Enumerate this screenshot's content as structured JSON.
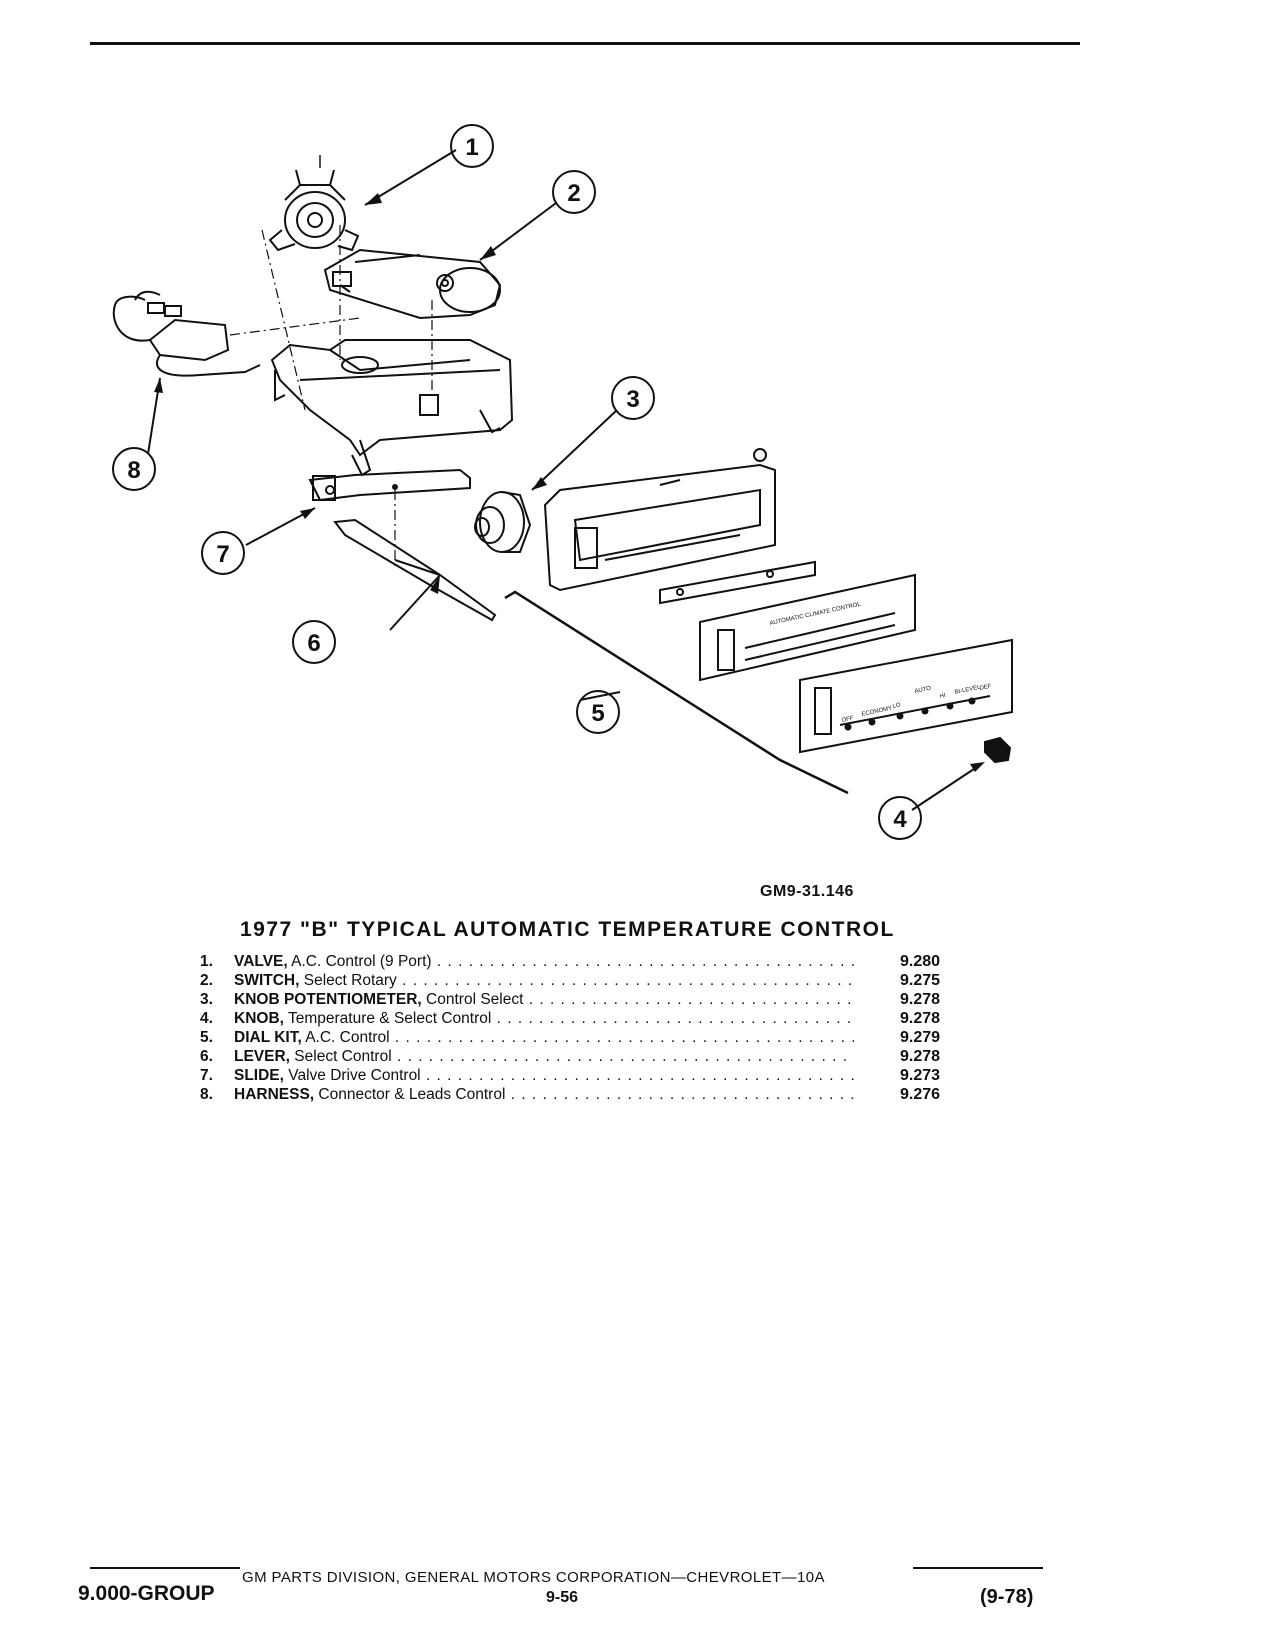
{
  "figure": {
    "id": "GM9-31.146",
    "caption": "1977 \"B\" TYPICAL AUTOMATIC TEMPERATURE CONTROL",
    "callouts": [
      "1",
      "2",
      "3",
      "4",
      "5",
      "6",
      "7",
      "8"
    ],
    "panel_labels": {
      "dial_title": "AUTOMATIC CLIMATE CONTROL",
      "modes": [
        "OFF",
        "ECONOMY",
        "LO",
        "AUTO",
        "HI",
        "BI-LEVEL",
        "DEF"
      ]
    }
  },
  "parts": [
    {
      "num": "1.",
      "name": "VALVE,",
      "desc": " A.C. Control (9 Port)",
      "group": "9.280"
    },
    {
      "num": "2.",
      "name": "SWITCH,",
      "desc": " Select Rotary",
      "group": "9.275"
    },
    {
      "num": "3.",
      "name": "KNOB POTENTIOMETER,",
      "desc": " Control Select",
      "group": "9.278"
    },
    {
      "num": "4.",
      "name": "KNOB,",
      "desc": " Temperature & Select Control",
      "group": "9.278"
    },
    {
      "num": "5.",
      "name": "DIAL KIT,",
      "desc": " A.C. Control",
      "group": "9.279"
    },
    {
      "num": "6.",
      "name": "LEVER,",
      "desc": " Select Control",
      "group": "9.278"
    },
    {
      "num": "7.",
      "name": "SLIDE,",
      "desc": " Valve Drive Control",
      "group": "9.273"
    },
    {
      "num": "8.",
      "name": "HARNESS,",
      "desc": " Connector & Leads Control",
      "group": "9.276"
    }
  ],
  "footer": {
    "publisher": "GM PARTS DIVISION, GENERAL MOTORS CORPORATION—CHEVROLET—10A",
    "group": "9.000-GROUP",
    "page": "9-56",
    "date": "(9-78)"
  }
}
